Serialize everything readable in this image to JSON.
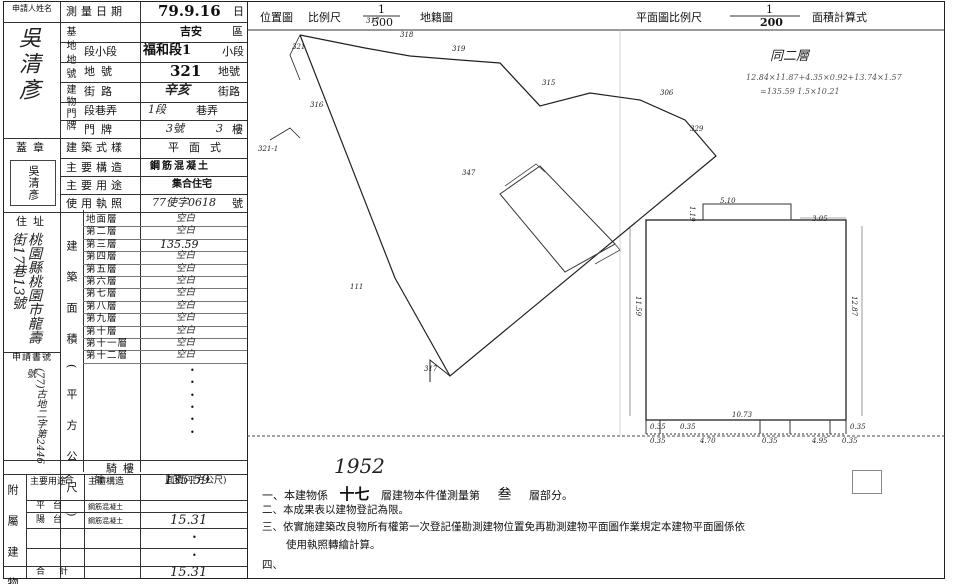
{
  "applicant": {
    "label": "申請人姓名",
    "name": "吳清彥"
  },
  "survey": {
    "date_label": "測量日期",
    "date_value": "79.9.16",
    "unit": "日"
  },
  "location": {
    "group_label": "基地地號",
    "district_value": "吉安",
    "district_unit": "區",
    "section_label": "段小段",
    "section_value": "福和段1",
    "section_unit": "小段",
    "land_label": "地號",
    "land_value": "321",
    "land_unit": "地號"
  },
  "address": {
    "group_label": "建物門牌",
    "street_label": "街路",
    "street_value": "辛亥",
    "street_unit": "街路",
    "lane_label": "段巷弄",
    "lane_value": "1段",
    "lane_unit": "巷弄",
    "door_label": "門牌",
    "door_value": "3號",
    "floor_value": "3",
    "floor_unit": "樓"
  },
  "seal": {
    "label": "蓋章",
    "text": "吳清彥"
  },
  "building": {
    "style_label": "建築式樣",
    "style_value": "平面式",
    "structure_label": "主要構造",
    "structure_value": "鋼筋混凝土",
    "use_label": "主要用途",
    "use_value": "集合住宅",
    "permit_label": "使用執照",
    "permit_value": "77使字0618",
    "permit_unit": "號"
  },
  "residence": {
    "label": "住址",
    "text": "桃園縣桃園市龍壽街17巷13號"
  },
  "serial": {
    "label": "申請書號",
    "value": "(77)古地二字第2446號"
  },
  "area": {
    "group_label": "建築面積(平方公尺)",
    "floors": [
      {
        "name": "地面層",
        "value": "空白"
      },
      {
        "name": "第二層",
        "value": "空白"
      },
      {
        "name": "第三層",
        "value": "135.59"
      },
      {
        "name": "第四層",
        "value": "空白"
      },
      {
        "name": "第五層",
        "value": "空白"
      },
      {
        "name": "第六層",
        "value": "空白"
      },
      {
        "name": "第七層",
        "value": "空白"
      },
      {
        "name": "第八層",
        "value": "空白"
      },
      {
        "name": "第九層",
        "value": "空白"
      },
      {
        "name": "第十層",
        "value": "空白"
      },
      {
        "name": "第十一層",
        "value": "空白"
      },
      {
        "name": "第十二層",
        "value": "空白"
      }
    ],
    "attic_label": "騎樓",
    "total_label": "合計",
    "total_value": "135.59"
  },
  "annex": {
    "group_label": "附屬建物",
    "col_use": "主要用途",
    "col_struct": "主體構造",
    "col_area": "面積(平方公尺)",
    "rows": [
      {
        "use": "平台",
        "struct": "鋼筋混凝土",
        "area": ""
      },
      {
        "use": "陽台",
        "struct": "鋼筋混凝土",
        "area": "15.31"
      }
    ],
    "total_label": "合計",
    "total_value": "15.31"
  },
  "site_plan": {
    "title": "位置圖",
    "scale_label": "比例尺",
    "scale_num": "1",
    "scale_den": "500",
    "map_label": "地籍圖",
    "parcels": [
      "317",
      "318",
      "319",
      "321",
      "316",
      "321-1",
      "306",
      "329",
      "347",
      "111",
      "317",
      "315"
    ]
  },
  "floor_plan": {
    "scale_label": "平面圖比例尺",
    "scale_num": "1",
    "scale_den": "200",
    "calc_label": "面積計算式",
    "same_as": "同二層",
    "calc_text_1": "12.84×11.87+4.35×0.92+13.74×1.57",
    "calc_text_2": "=135.59  1.5×10.21",
    "dims": {
      "top_annex": "5.10",
      "top_right": "3.05",
      "left": "11.59",
      "right": "12.87",
      "bottom": "10.73",
      "b1": "4.70",
      "b2": "4.95",
      "annex_left": "1.19",
      "c1": "0.35",
      "c2": "0.35",
      "c3": "0.35",
      "c4": "0.35",
      "c5": "0.35",
      "c6": "0.35"
    }
  },
  "handwritten_no": "1952",
  "notes": {
    "n1_prefix": "一、本建物係",
    "n1_big": "十七",
    "n1_mid": "層建物本件僅測量第",
    "n1_floor": "叁",
    "n1_suffix": "層部分。",
    "n2": "二、本成果表以建物登記為限。",
    "n3": "三、依實施建築改良物所有權第一次登記僅勘測建物位置免再勘測建物平面圖作業規定本建物平面圖係依",
    "n3b": "使用執照轉繪計算。",
    "n4": "四、"
  }
}
